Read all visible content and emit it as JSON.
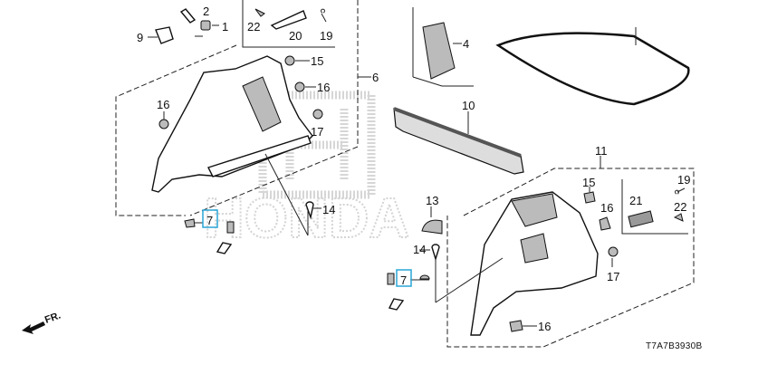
{
  "diagram": {
    "title_code": "T7A7B3930B",
    "direction_label": "FR.",
    "watermark": "HONDA",
    "highlight_color": "#2aa6d6",
    "callouts_left": {
      "p2": "2",
      "p1": "1",
      "p9": "9",
      "p22": "22",
      "p20": "20",
      "p19": "19",
      "p15": "15",
      "p6": "6",
      "p16a": "16",
      "p16b": "16",
      "p17": "17",
      "p14": "14",
      "p7": "7"
    },
    "callouts_right": {
      "p4": "4",
      "p10": "10",
      "p11": "11",
      "p15": "15",
      "p16a": "16",
      "p13": "13",
      "p21": "21",
      "p19": "19",
      "p22": "22",
      "p14": "14",
      "p7": "7",
      "p17": "17",
      "p16b": "16"
    }
  }
}
